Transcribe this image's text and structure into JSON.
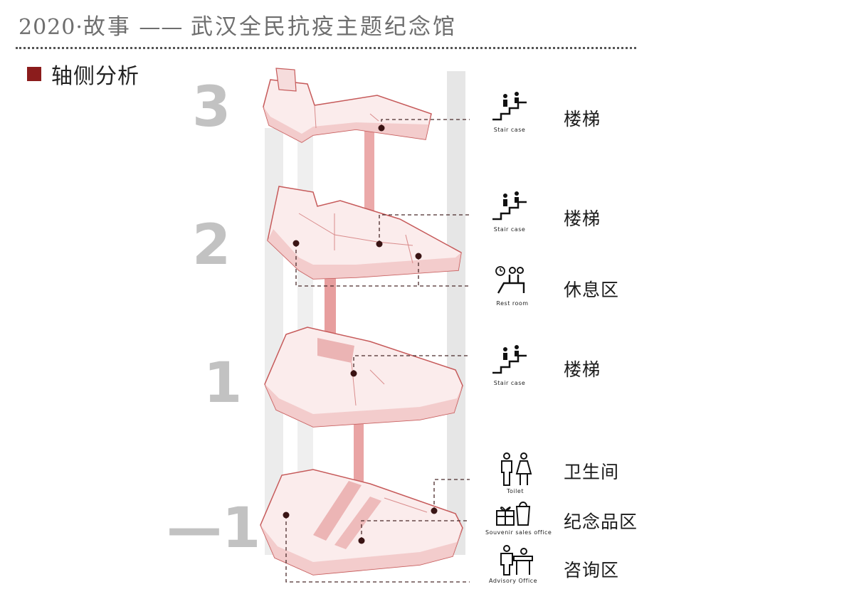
{
  "header": {
    "year": "2020·",
    "story": "故事",
    "dash": " —— ",
    "subject": "武汉全民抗疫主题纪念馆"
  },
  "section": {
    "label": "轴侧分析"
  },
  "floors": [
    "3",
    "2",
    "1",
    "—1"
  ],
  "legend": [
    {
      "icon": "staircase-icon",
      "caption": "Stair case",
      "label": "楼梯"
    },
    {
      "icon": "staircase-icon",
      "caption": "Stair case",
      "label": "楼梯"
    },
    {
      "icon": "rest-room-icon",
      "caption": "Rest room",
      "label": "休息区"
    },
    {
      "icon": "staircase-icon",
      "caption": "Stair case",
      "label": "楼梯"
    },
    {
      "icon": "toilet-icon",
      "caption": "Toilet",
      "label": "卫生间"
    },
    {
      "icon": "souvenir-icon",
      "caption": "Souvenir sales office",
      "label": "纪念品区"
    },
    {
      "icon": "advisory-icon",
      "caption": "Advisory Office",
      "label": "咨询区"
    }
  ],
  "colors": {
    "accent": "#8b1c1c",
    "floor_fill": "#f6dede",
    "floor_stroke": "#c65a5a",
    "shaft": "#e38d8d",
    "column": "#e4e4e4",
    "marker": "#3a1414"
  }
}
